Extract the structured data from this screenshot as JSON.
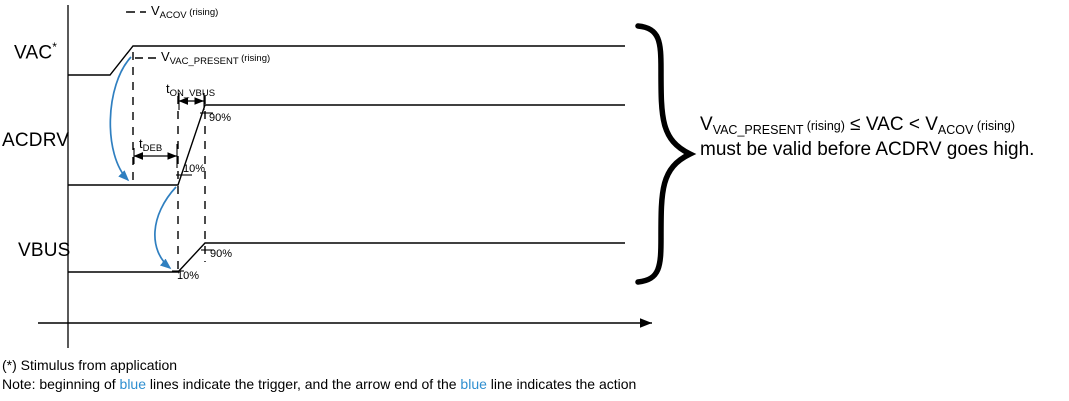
{
  "diagram": {
    "title_semantic": "vac-acdrv-vbus-startup-timing-diagram",
    "signals": [
      {
        "name": "VAC",
        "label": "VAC",
        "superscript": "*"
      },
      {
        "name": "ACDRV",
        "label": "ACDRV",
        "superscript": ""
      },
      {
        "name": "VBUS",
        "label": "VBUS",
        "superscript": ""
      }
    ],
    "legend": [
      {
        "key": "vacov",
        "symbol": "V",
        "sub": "ACOV",
        "paren": " (rising)",
        "full_text": "V_ACOV (rising)",
        "style": "dashed"
      },
      {
        "key": "vac_present",
        "symbol": "V",
        "sub": "VAC_PRESENT",
        "paren": " (rising)",
        "full_text": "V_VAC_PRESENT (rising)",
        "style": "dashed"
      }
    ],
    "timing_marks": [
      {
        "key": "t_on_vbus",
        "symbol": "t",
        "sub": "ON_VBUS",
        "full_text": "t_ON_VBUS"
      },
      {
        "key": "t_deb",
        "symbol": "t",
        "sub": "DEB",
        "full_text": "t_DEB"
      }
    ],
    "threshold_labels": [
      {
        "key": "acdrv-90",
        "text": "90%"
      },
      {
        "key": "acdrv-10",
        "text": "10%"
      },
      {
        "key": "vbus-90",
        "text": "90%"
      },
      {
        "key": "vbus-10",
        "text": "10%"
      }
    ],
    "colors": {
      "line": "#000000",
      "blue_arrow": "#2f7fc0",
      "blue_text": "#2f8fd0",
      "background": "#ffffff"
    }
  },
  "callout": {
    "line1": {
      "v1_symbol": "V",
      "v1_sub": "VAC_PRESENT",
      "v1_paren": " (rising)",
      "op1": " ≤ ",
      "mid": "VAC",
      "op2": " < ",
      "v2_symbol": "V",
      "v2_sub": "ACOV",
      "v2_paren": " (rising)",
      "full_text": "V_VAC_PRESENT (rising) ≤ VAC < V_ACOV (rising)"
    },
    "line2": "must be valid before ACDRV goes high."
  },
  "footnotes": {
    "line1": "(*) Stimulus from application",
    "line2_part1": "Note: beginning of ",
    "line2_blue1": "blue",
    "line2_part2": " lines indicate the trigger, and the arrow end of the ",
    "line2_blue2": "blue",
    "line2_part3": " line indicates the action"
  }
}
